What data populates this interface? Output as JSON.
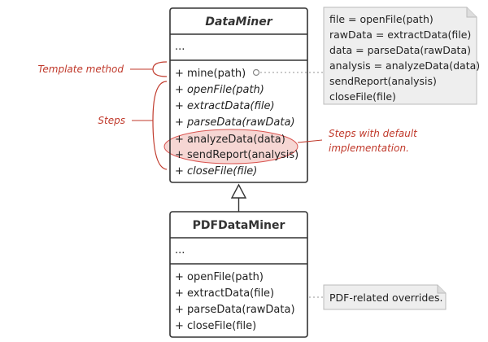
{
  "classes": {
    "dataminer": {
      "title": "DataMiner",
      "fields": "...",
      "methods": [
        "+ mine(path)",
        "+ openFile(path)",
        "+ extractData(file)",
        "+ parseData(rawData)",
        "+ analyzeData(data)",
        "+ sendReport(analysis)",
        "+ closeFile(file)"
      ]
    },
    "pdfdataminer": {
      "title": "PDFDataMiner",
      "fields": "...",
      "methods": [
        "+ openFile(path)",
        "+ extractData(file)",
        "+ parseData(rawData)",
        "+ closeFile(file)"
      ]
    }
  },
  "notes": {
    "template_code": [
      "file = openFile(path)",
      "rawData = extractData(file)",
      "data = parseData(rawData)",
      "analysis = analyzeData(data)",
      "sendReport(analysis)",
      "closeFile(file)"
    ],
    "pdf_overrides": "PDF-related overrides."
  },
  "annotations": {
    "template_method": "Template method",
    "steps": "Steps",
    "default_steps": [
      "Steps with default",
      "implementation."
    ]
  },
  "colors": {
    "box_border": "#333333",
    "box_fill": "#ffffff",
    "note_fill": "#eeeeee",
    "note_border": "#bbbbbb",
    "annotation": "#c0392b",
    "highlight_fill": "#f6d6d3"
  }
}
